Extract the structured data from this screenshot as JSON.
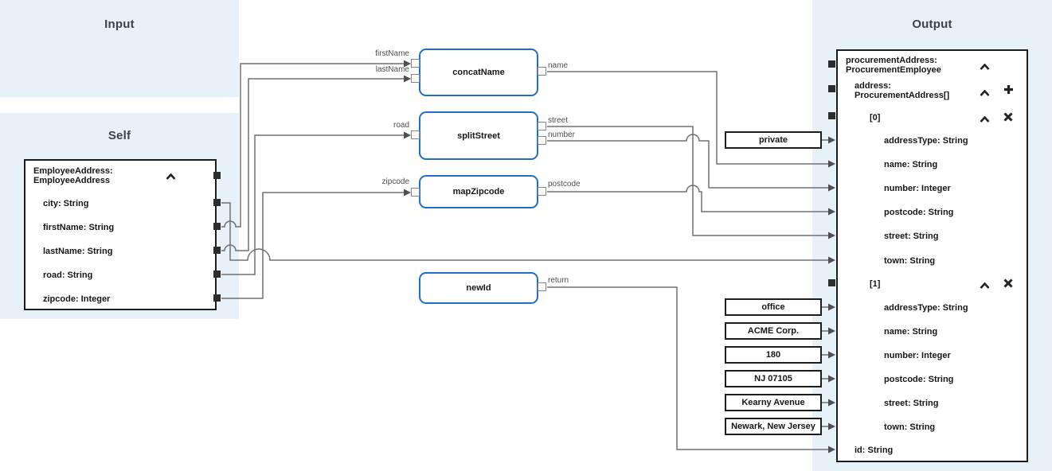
{
  "headers": {
    "input": "Input",
    "self": "Self",
    "output": "Output"
  },
  "colors": {
    "band_blue": "#e7f1f8",
    "function_border_blue": "#1f6fc9",
    "wire_gray": "#707070",
    "panel_border": "#1c1c1c"
  },
  "icons": {
    "collapse": "chevron-up-icon",
    "add": "plus-icon",
    "remove": "close-icon"
  },
  "self_panel": {
    "title": {
      "line1": "EmployeeAddress:",
      "line2": "EmployeeAddress"
    },
    "fields": [
      {
        "label": "city: String"
      },
      {
        "label": "firstName: String"
      },
      {
        "label": "lastName: String"
      },
      {
        "label": "road: String"
      },
      {
        "label": "zipcode: Integer"
      }
    ]
  },
  "functions": [
    {
      "name": "concatName",
      "in1": "firstName",
      "in2": "lastName",
      "out1": "name"
    },
    {
      "name": "splitStreet",
      "in1": "road",
      "out1": "street",
      "out2": "number"
    },
    {
      "name": "mapZipcode",
      "in1": "zipcode",
      "out1": "postcode"
    },
    {
      "name": "newId",
      "out1": "return"
    }
  ],
  "constants": [
    {
      "value": "private"
    },
    {
      "value": "office"
    },
    {
      "value": "ACME Corp."
    },
    {
      "value": "180"
    },
    {
      "value": "NJ 07105"
    },
    {
      "value": "Kearny Avenue"
    },
    {
      "value": "Newark, New Jersey"
    }
  ],
  "output_panel": {
    "root": {
      "line1": "procurementAddress:",
      "line2": "ProcurementEmployee"
    },
    "address": {
      "line1": "address:",
      "line2": "ProcurementAddress[]"
    },
    "items": [
      {
        "index_label": "[0]",
        "fields": [
          {
            "label": "addressType: String"
          },
          {
            "label": "name: String"
          },
          {
            "label": "number: Integer"
          },
          {
            "label": "postcode: String"
          },
          {
            "label": "street: String"
          },
          {
            "label": "town: String"
          }
        ]
      },
      {
        "index_label": "[1]",
        "fields": [
          {
            "label": "addressType: String"
          },
          {
            "label": "name: String"
          },
          {
            "label": "number: Integer"
          },
          {
            "label": "postcode: String"
          },
          {
            "label": "street: String"
          },
          {
            "label": "town: String"
          }
        ]
      }
    ],
    "id_field": "id: String"
  },
  "connections": [
    {
      "from": "EmployeeAddress.firstName",
      "to": "concatName.firstName"
    },
    {
      "from": "EmployeeAddress.lastName",
      "to": "concatName.lastName"
    },
    {
      "from": "EmployeeAddress.road",
      "to": "splitStreet.road"
    },
    {
      "from": "EmployeeAddress.zipcode",
      "to": "mapZipcode.zipcode"
    },
    {
      "from": "EmployeeAddress.city",
      "to": "address[0].town"
    },
    {
      "from": "concatName.name",
      "to": "address[0].name"
    },
    {
      "from": "splitStreet.street",
      "to": "address[0].street"
    },
    {
      "from": "splitStreet.number",
      "to": "address[0].number"
    },
    {
      "from": "mapZipcode.postcode",
      "to": "address[0].postcode"
    },
    {
      "from": "constant:private",
      "to": "address[0].addressType"
    },
    {
      "from": "constant:office",
      "to": "address[1].addressType"
    },
    {
      "from": "constant:ACME Corp.",
      "to": "address[1].name"
    },
    {
      "from": "constant:180",
      "to": "address[1].number"
    },
    {
      "from": "constant:NJ 07105",
      "to": "address[1].postcode"
    },
    {
      "from": "constant:Kearny Avenue",
      "to": "address[1].street"
    },
    {
      "from": "constant:Newark, New Jersey",
      "to": "address[1].town"
    },
    {
      "from": "newId.return",
      "to": "id"
    }
  ]
}
